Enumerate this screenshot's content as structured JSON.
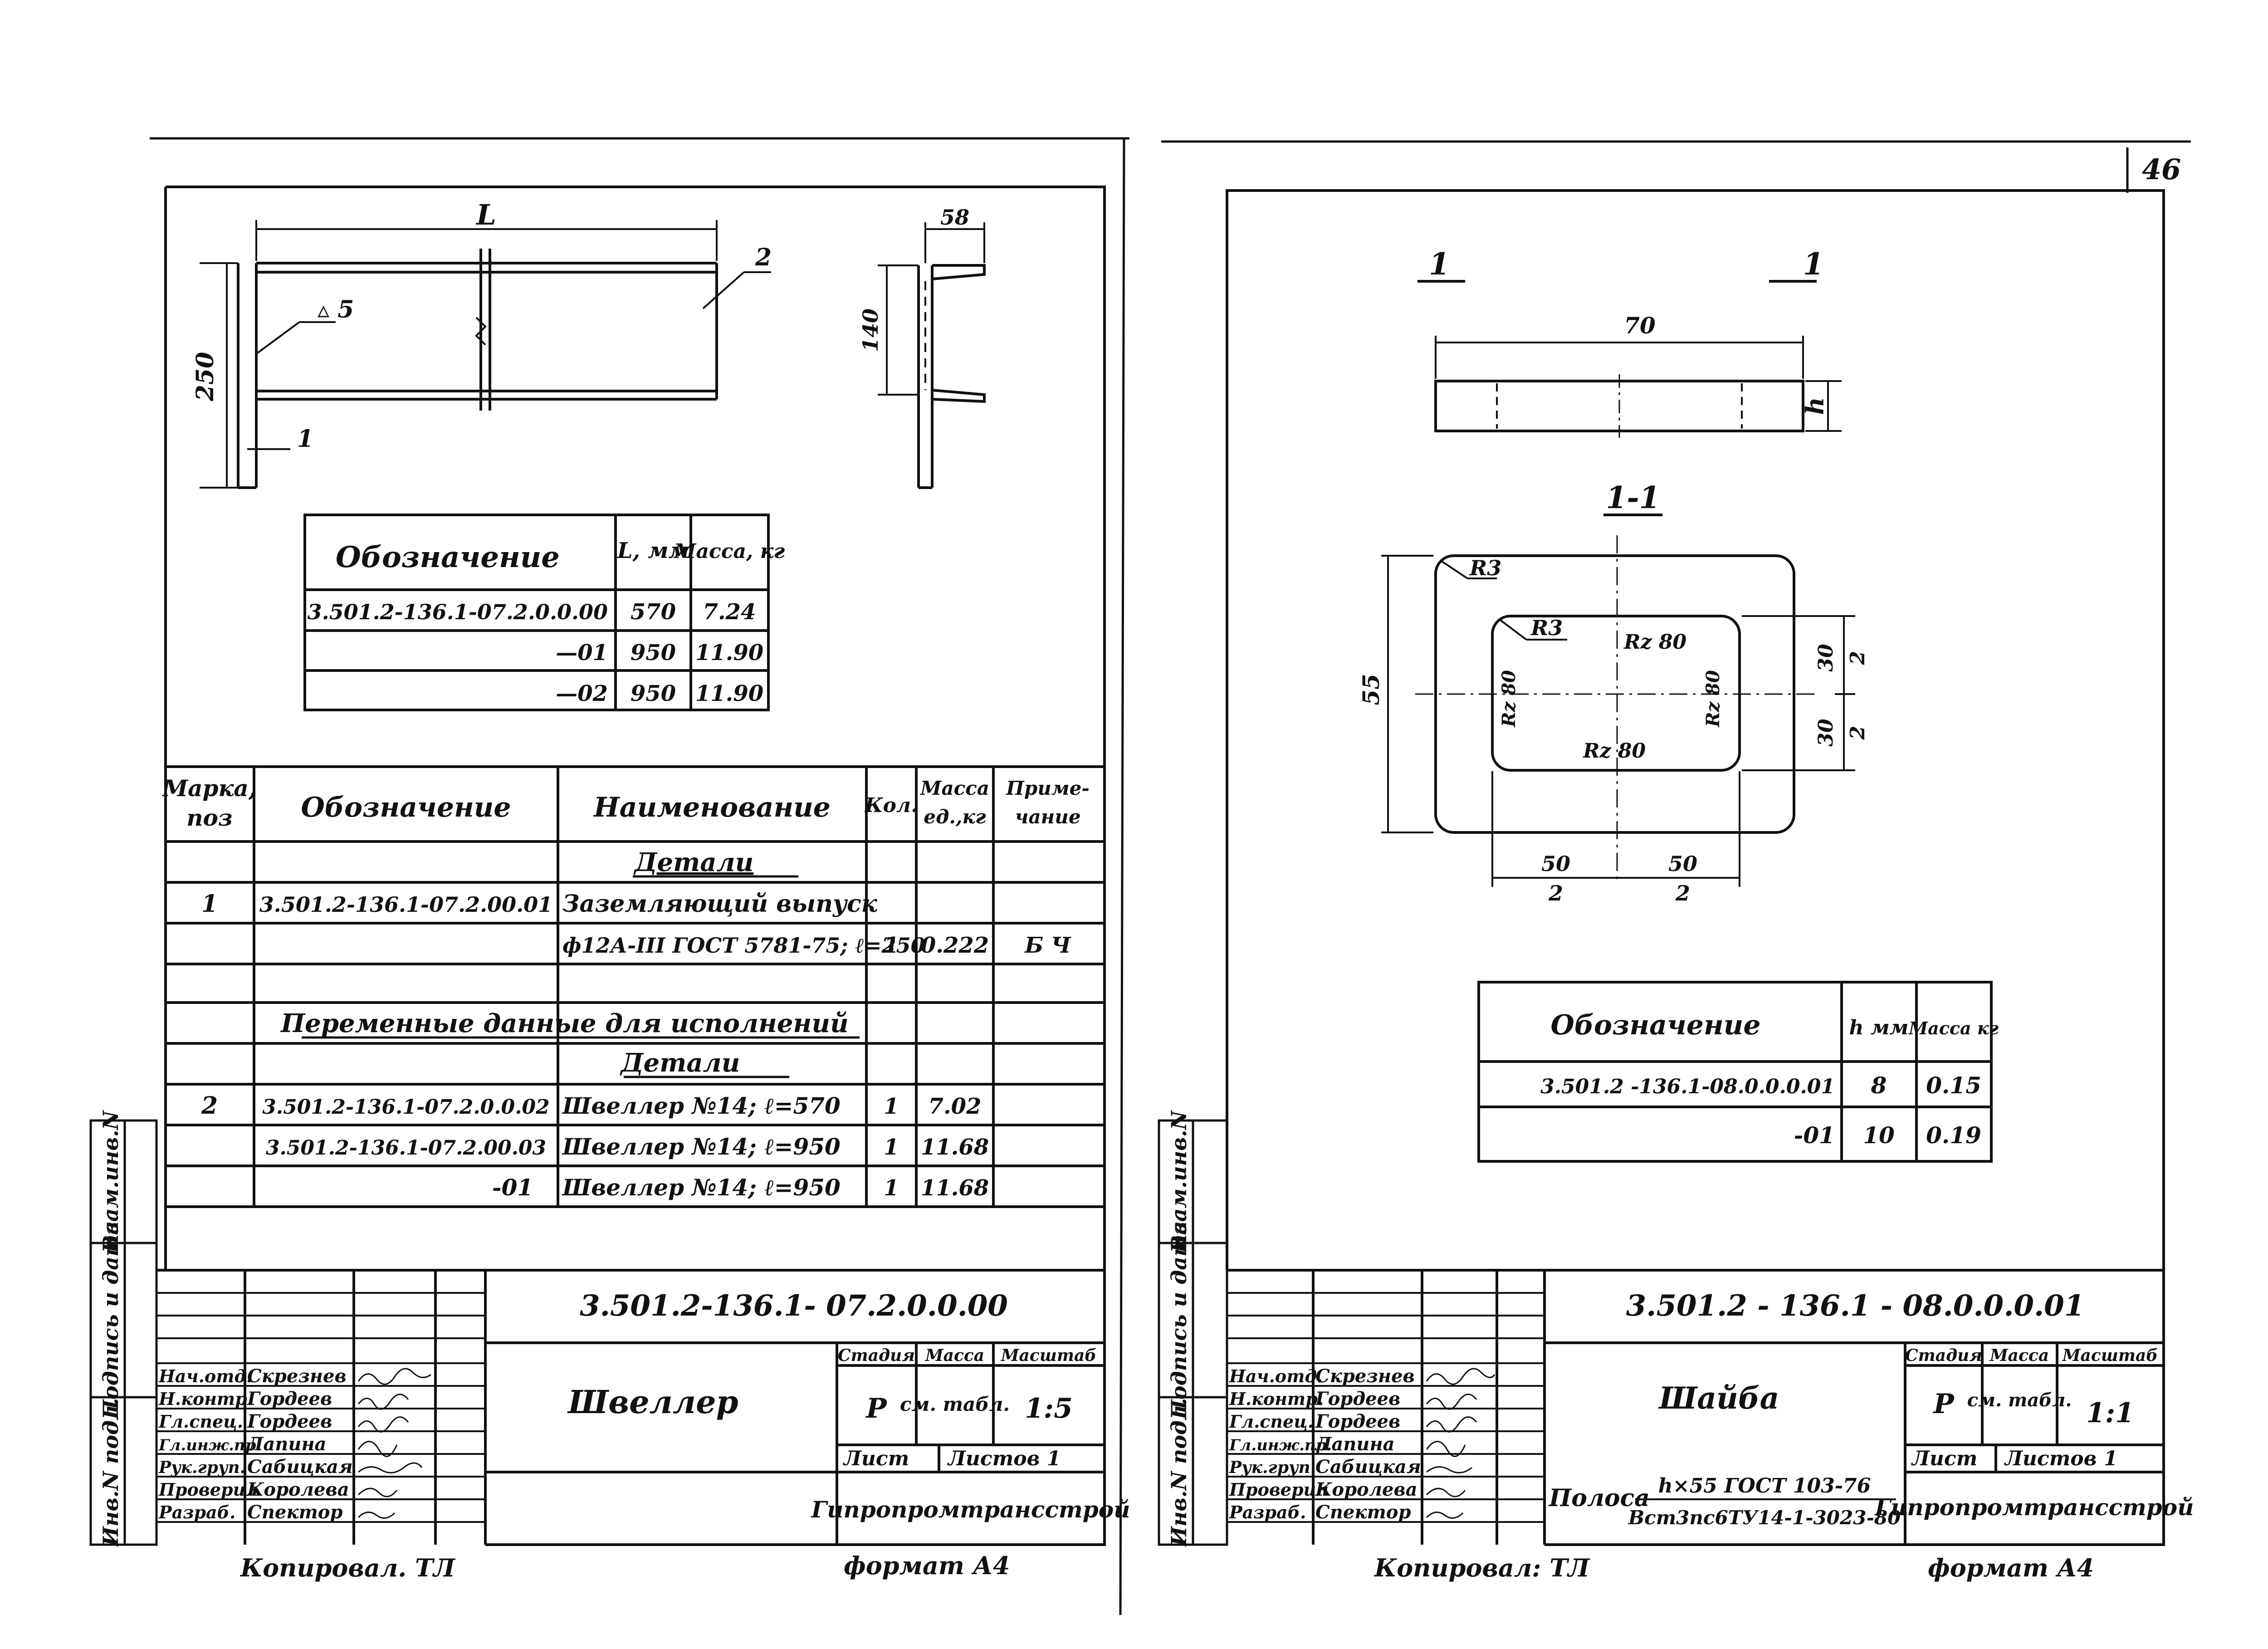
{
  "page_number": "46",
  "left_sheet": {
    "drawing": {
      "dim_L": "L",
      "dim_250": "250",
      "weld_label": "5",
      "pos_1": "1",
      "pos_2": "2",
      "dim_58": "58",
      "dim_140": "140"
    },
    "variants_table": {
      "headers": [
        "Обозначение",
        "L, мм",
        "Масса, кг"
      ],
      "rows": [
        [
          "3.501.2-136.1-07.2.0.0.00",
          "570",
          "7.24"
        ],
        [
          "—01",
          "950",
          "11.90"
        ],
        [
          "—02",
          "950",
          "11.90"
        ]
      ]
    },
    "spec_table": {
      "headers": [
        "Марка, поз",
        "Обозначение",
        "Наименование",
        "Кол.",
        "Масса ед., кг",
        "Приме- чание"
      ],
      "section_details": "Детали",
      "row1": {
        "pos": "1",
        "code": "3.501.2-136.1-07.2.00.01",
        "name": "Заземляющий выпуск"
      },
      "row1b": {
        "name": "ф12А-III ГОСТ 5781-75; ℓ=250",
        "qty": "1",
        "mass": "0.222",
        "note": "Б Ч"
      },
      "section_variable": "Переменные данные для исполнений",
      "section_details2": "Детали",
      "rows2": [
        {
          "pos": "2",
          "code": "3.501.2-136.1-07.2.0.0.02",
          "name": "Швеллер №14;  ℓ=570",
          "qty": "1",
          "mass": "7.02"
        },
        {
          "pos": "",
          "code": "3.501.2-136.1-07.2.00.03",
          "name": "Швеллер №14;  ℓ=950",
          "qty": "1",
          "mass": "11.68"
        },
        {
          "pos": "",
          "code": "-01",
          "name": "Швеллер №14;  ℓ=950",
          "qty": "1",
          "mass": "11.68"
        }
      ]
    },
    "title_block": {
      "code": "3.501.2-136.1- 07.2.0.0.00",
      "name": "Швеллер",
      "stage_label": "Стадия",
      "mass_label": "Масса",
      "scale_label": "Масштаб",
      "stage": "Р",
      "mass": "см. табл.",
      "scale": "1:5",
      "sheet_label": "Лист",
      "sheets_label": "Листов",
      "sheets": "1",
      "org": "Гипропромтрансстрой",
      "roles": [
        "Нач.отд.",
        "Н.контр.",
        "Гл.спец.",
        "Гл.инж.пр.",
        "Рук.груп.",
        "Проверил",
        "Разраб."
      ],
      "names": [
        "Скрезнев",
        "Гордеев",
        "Гордеев",
        "Лапина",
        "Сабицкая",
        "Королева",
        "Спектор"
      ],
      "copied": "Копировал. ТЛ",
      "format": "формат А4"
    },
    "side_labels": [
      "Инв.N подл.",
      "Подпись и дата",
      "Взам.инв.N"
    ]
  },
  "right_sheet": {
    "drawing": {
      "section_mark": "1",
      "dim_70": "70",
      "dim_h": "h",
      "section_title": "1-1",
      "r_outer": "R3",
      "r_inner": "R3",
      "rz_top": "Rz 80",
      "rz_left": "Rz 80",
      "rz_right": "Rz 80",
      "rz_bottom": "Rz 80",
      "dim_55": "55",
      "dim_30a": "30",
      "dim_30b": "30",
      "dim_2a": "2",
      "dim_2b": "2",
      "dim_50a": "50",
      "dim_50b": "50"
    },
    "variants_table": {
      "headers": [
        "Обозначение",
        "h мм",
        "Масса кг"
      ],
      "rows": [
        [
          "3.501.2 -136.1-08.0.0.0.01",
          "8",
          "0.15"
        ],
        [
          "-01",
          "10",
          "0.19"
        ]
      ]
    },
    "title_block": {
      "code": "3.501.2 - 136.1 - 08.0.0.0.01",
      "name": "Шайба",
      "material_prefix": "Полоса",
      "material_top": "h×55 ГОСТ 103-76",
      "material_bottom": "Вст3пс6ТУ14-1-3023-80",
      "stage_label": "Стадия",
      "mass_label": "Масса",
      "scale_label": "Масштаб",
      "stage": "Р",
      "mass": "см. табл.",
      "scale": "1:1",
      "sheet_label": "Лист",
      "sheets_label": "Листов",
      "sheets": "1",
      "org": "Гипропромтрансстрой",
      "roles": [
        "Нач.отд.",
        "Н.контр.",
        "Гл.спец.",
        "Гл.инж.пр.",
        "Рук.груп.",
        "Проверил",
        "Разраб."
      ],
      "names": [
        "Скрезнев",
        "Гордеев",
        "Гордеев",
        "Лапина",
        "Сабицкая",
        "Королева",
        "Спектор"
      ],
      "copied": "Копировал: ТЛ",
      "format": "формат А4"
    },
    "side_labels": [
      "Инв.N подл.",
      "Подпись и дата",
      "Взам.инв.N"
    ]
  }
}
